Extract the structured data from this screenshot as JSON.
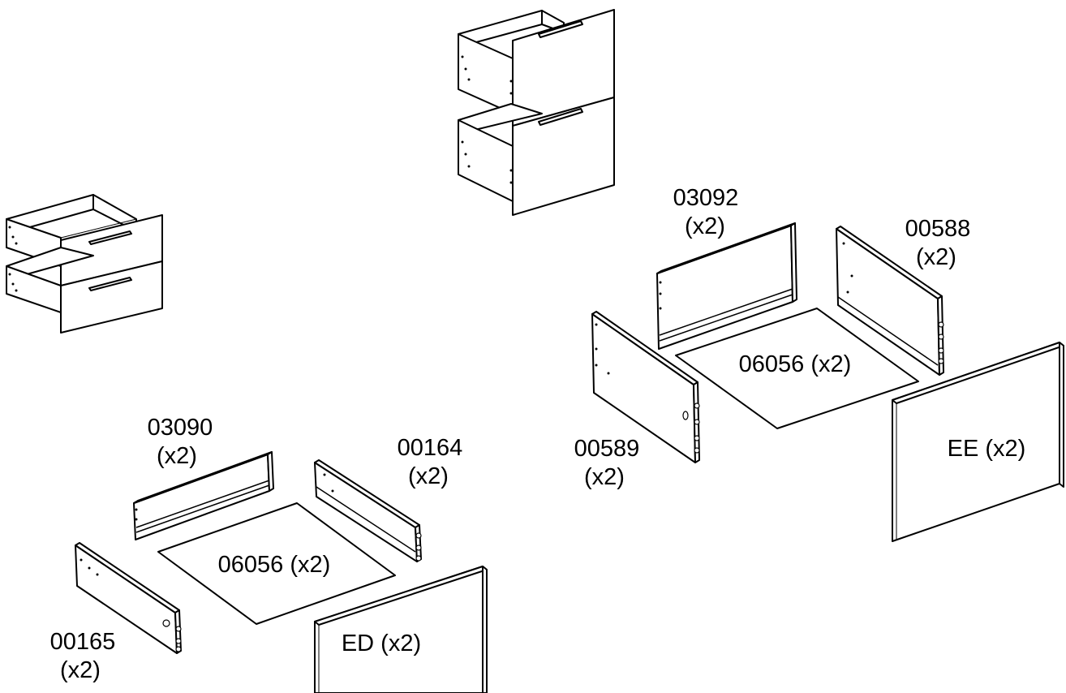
{
  "parts": {
    "set_small": {
      "back": {
        "code": "03090",
        "qty": "(x2)"
      },
      "right_side": {
        "code": "00164",
        "qty": "(x2)"
      },
      "bottom": {
        "code": "06056 (x2)"
      },
      "left_side": {
        "code": "00165",
        "qty": "(x2)"
      },
      "front": {
        "code": "ED (x2)"
      }
    },
    "set_large": {
      "back": {
        "code": "03092",
        "qty": "(x2)"
      },
      "right_side": {
        "code": "00588",
        "qty": "(x2)"
      },
      "bottom": {
        "code": "06056 (x2)"
      },
      "left_side": {
        "code": "00589",
        "qty": "(x2)"
      },
      "front": {
        "code": "EE (x2)"
      }
    }
  }
}
